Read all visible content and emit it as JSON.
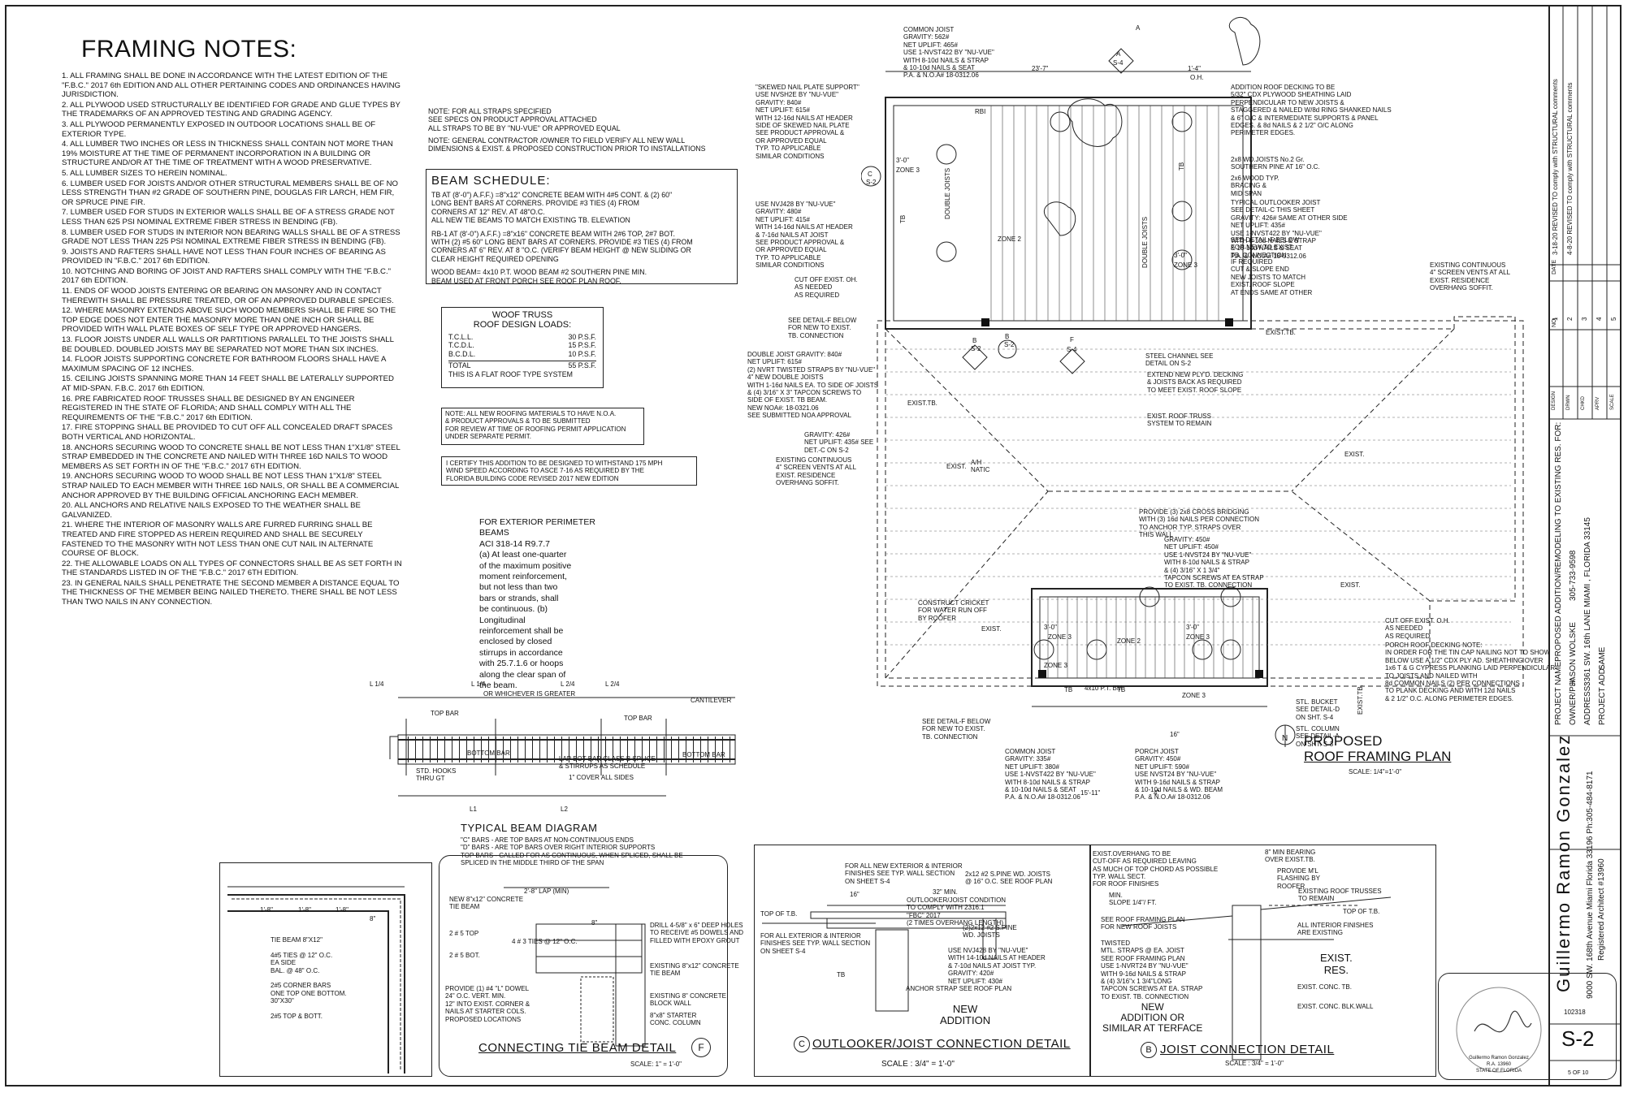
{
  "framing_notes": {
    "title": "FRAMING NOTES:",
    "items": [
      "1. ALL FRAMING SHALL BE DONE IN ACCORDANCE WITH THE LATEST EDITION OF THE \"F.B.C.\" 2017 6th EDITION AND ALL OTHER PERTAINING CODES AND ORDINANCES HAVING JURISDICTION.",
      "2. ALL PLYWOOD USED STRUCTURALLY BE IDENTIFIED FOR GRADE AND GLUE TYPES BY THE TRADEMARKS OF AN APPROVED TESTING AND GRADING AGENCY.",
      "3. ALL PLYWOOD PERMANENTLY EXPOSED IN OUTDOOR LOCATIONS SHALL BE OF EXTERIOR TYPE.",
      "4. ALL LUMBER TWO INCHES OR LESS IN THICKNESS SHALL CONTAIN NOT MORE THAN 19% MOISTURE AT THE TIME OF PERMANENT INCORPORATION IN A BUILDING OR STRUCTURE AND/OR AT THE TIME OF TREATMENT WITH A WOOD PRESERVATIVE.",
      "5. ALL LUMBER SIZES TO HEREIN NOMINAL.",
      "6. LUMBER USED FOR JOISTS AND/OR OTHER STRUCTURAL MEMBERS SHALL BE OF NO LESS STRENGTH THAN #2 GRADE OF SOUTHERN PINE, DOUGLAS FIR LARCH, HEM FIR, OR SPRUCE PINE FIR.",
      "7. LUMBER USED FOR STUDS IN EXTERIOR WALLS SHALL BE OF A STRESS GRADE NOT LESS THAN 625 PSI NOMINAL EXTREME FIBER STRESS IN BENDING (FB).",
      "8. LUMBER USED FOR STUDS IN INTERIOR NON BEARING WALLS SHALL BE OF A STRESS GRADE NOT LESS THAN 225 PSI NOMINAL EXTREME FIBER STRESS IN BENDING (FB).",
      "9. JOISTS AND RAFTERS SHALL HAVE NOT LESS THAN FOUR INCHES OF BEARING AS PROVIDED IN \"F.B.C.\" 2017 6th EDITION.",
      "10. NOTCHING AND BORING OF JOIST AND RAFTERS SHALL COMPLY WITH THE \"F.B.C.\" 2017 6th EDITION.",
      "11. ENDS OF WOOD JOISTS ENTERING OR BEARING ON MASONRY AND IN CONTACT THEREWITH SHALL BE PRESSURE TREATED, OR OF AN APPROVED DURABLE SPECIES.",
      "12. WHERE MASONRY EXTENDS ABOVE SUCH WOOD MEMBERS SHALL BE FIRE SO THE TOP EDGE DOES NOT ENTER THE MASONRY MORE THAN ONE INCH OR SHALL BE PROVIDED WITH WALL PLATE BOXES OF SELF TYPE OR APPROVED HANGERS.",
      "13. FLOOR JOISTS UNDER ALL WALLS OR PARTITIONS PARALLEL TO THE JOISTS SHALL BE DOUBLED. DOUBLED JOISTS MAY BE SEPARATED NOT MORE THAN SIX INCHES.",
      "14. FLOOR JOISTS SUPPORTING CONCRETE FOR BATHROOM FLOORS SHALL HAVE A MAXIMUM SPACING OF 12 INCHES.",
      "15. CEILING JOISTS SPANNING MORE THAN 14 FEET SHALL BE LATERALLY SUPPORTED AT MID-SPAN. F.B.C. 2017 6th EDITION.",
      "16. PRE FABRICATED ROOF TRUSSES SHALL BE DESIGNED BY AN ENGINEER REGISTERED IN THE STATE OF FLORIDA; AND SHALL COMPLY WITH ALL THE REQUIREMENTS OF THE \"F.B.C.\" 2017 6th EDITION.",
      "17. FIRE STOPPING SHALL BE PROVIDED TO CUT OFF ALL CONCEALED DRAFT SPACES BOTH VERTICAL AND HORIZONTAL.",
      "18. ANCHORS SECURING WOOD TO CONCRETE SHALL BE NOT LESS THAN 1\"X1/8\" STEEL STRAP EMBEDDED IN THE CONCRETE AND NAILED WITH THREE 16D NAILS TO WOOD MEMBERS AS SET FORTH IN OF THE \"F.B.C.\" 2017 6TH EDITION.",
      "19. ANCHORS SECURING WOOD TO WOOD SHALL BE NOT LESS THAN 1\"X1/8\" STEEL STRAP NAILED TO EACH MEMBER WITH THREE 16D NAILS, OR SHALL BE A COMMERCIAL ANCHOR APPROVED BY THE BUILDING OFFICIAL ANCHORING EACH MEMBER.",
      "20. ALL ANCHORS AND RELATIVE NAILS EXPOSED TO THE WEATHER SHALL BE GALVANIZED.",
      "21. WHERE THE INTERIOR OF MASONRY WALLS ARE FURRED FURRING SHALL BE TREATED AND FIRE STOPPED AS HEREIN REQUIRED AND SHALL BE SECURELY FASTENED TO THE MASONRY WITH NOT LESS THAN ONE CUT NAIL IN ALTERNATE COURSE OF BLOCK.",
      "22. THE ALLOWABLE LOADS ON ALL TYPES OF CONNECTORS SHALL BE AS SET FORTH IN THE STANDARDS LISTED IN OF THE \"F.B.C.\" 2017 6TH EDITION.",
      "23. IN GENERAL NAILS SHALL PENETRATE THE SECOND MEMBER A DISTANCE EQUAL TO THE THICKNESS OF THE MEMBER BEING NAILED THERETO. THERE SHALL BE NOT LESS THAN TWO NAILS IN ANY CONNECTION."
    ]
  },
  "general_notes": {
    "straps": "NOTE: FOR ALL STRAPS SPECIFIED\nSEE SPECS ON PRODUCT APPROVAL ATTACHED\nALL STRAPS TO BE BY \"NU-VUE\" OR APPROVED EQUAL",
    "contractor": "NOTE: GENERAL CONTRACTOR /OWNER TO FIELD VERIFY ALL NEW WALL\nDIMENSIONS & EXIST. & PROPOSED CONSTRUCTION PRIOR TO INSTALLATIONS"
  },
  "beam_schedule": {
    "title": "BEAM SCHEDULE:",
    "tb": "TB AT (8'-0\") A.F.F.) =8\"x12\" CONCRETE BEAM WITH 4#5 CONT. & (2) 60\"\nLONG BENT BARS AT CORNERS. PROVIDE #3 TIES (4) FROM\nCORNERS AT 12\" REV. AT 48\"O.C.\nALL NEW TIE BEAMS TO MATCH EXISTING TB. ELEVATION",
    "rb": "RB-1 AT (8'-0\") A.F.F.) =8\"x16\" CONCRETE BEAM WITH 2#6 TOP, 2#7 BOT.\nWITH (2) #5 60\" LONG BENT BARS AT CORNERS. PROVIDE #3 TIES (4) FROM\nCORNERS AT 6\" REV. AT 8 \"O.C. (VERIFY BEAM HEIGHT @ NEW SLIDING OR\nCLEAR HEIGHT REQUIRED OPENING",
    "wood": "WOOD BEAM= 4x10 P.T. WOOD BEAM #2 SOUTHERN PINE MIN.\nBEAM USED AT FRONT PORCH SEE ROOF PLAN ROOF."
  },
  "roof_loads": {
    "title": "WOOF TRUSS\nROOF DESIGN LOADS:",
    "rows": [
      {
        "label": "T.C.L.L.",
        "value": "30 P.S.F."
      },
      {
        "label": "T.C.D.L.",
        "value": "15 P.S.F."
      },
      {
        "label": "B.C.D.L.",
        "value": "10 P.S.F."
      }
    ],
    "total_label": "TOTAL",
    "total_value": "55 P.S.F.",
    "note": "THIS IS A FLAT ROOF TYPE SYSTEM"
  },
  "roofing_note": "NOTE: ALL NEW ROOFING MATERIALS TO HAVE N.O.A.\n& PRODUCT APPROVALS & TO BE SUBMITTED\nFOR REVIEW AT TIME OF ROOFING PERMIT APPLICATION\nUNDER SEPARATE PERMIT.",
  "certify_note": "I CERTIFY THIS ADDITION TO BE DESIGNED TO WITHSTAND 175 MPH\nWIND SPEED ACCORDING TO ASCE 7-16 AS REQUIRED BY THE\nFLORIDA BUILDING CODE REVISED 2017 NEW EDITION",
  "perimeter_note": "FOR EXTERIOR PERIMETER BEAMS\nACI 318-14 R9.7.7\n(a) At least one-quarter\nof the maximum positive\nmoment reinforcement,\nbut not less than two\nbars or strands, shall\nbe continuous. (b)\nLongitudinal\nreinforcement shall be\nenclosed by closed\nstirrups in accordance\nwith 25.7.1.6 or hoops\nalong the clear span of\nthe beam.",
  "beam_diagram": {
    "title": "TYPICAL BEAM DIAGRAM",
    "labels": [
      "L 1/4",
      "L 1/4",
      "L 2/4",
      "L 2/4",
      "CANTILEVER",
      "TOP BAR",
      "TOP BAR",
      "BOTTOM BAR",
      "BOTTOM BAR",
      "L1",
      "L2",
      "STD. HOOKS THRU GT",
      "OR WHICHEVER IS GREATER",
      "LAP BOT BAR CLASS B SPLICE & STIRRUPS AS SCHEDULE",
      "1\" COVER ALL SIDES"
    ],
    "notes": "\"C\" BARS - ARE TOP BARS AT NON-CONTINUOUS ENDS\n\"D\" BARS - ARE TOP BARS OVER RIGHT INTERIOR SUPPORTS\nTOP BARS - CALLED FOR AS CONTINUOUS, WHEN SPLICED, SHALL BE\nSPLICED IN THE MIDDLE THIRD OF THE SPAN"
  },
  "roof_plan": {
    "title_line1": "PROPOSED",
    "title_line2": "ROOF FRAMING PLAN",
    "marker": "N",
    "scale": "SCALE: 1/4\"=1'-0\"",
    "callouts": [
      "COMMON JOIST\nGRAVITY: 562#\nNET UPLIFT: 465#\nUSE 1-NVST422 BY \"NU-VUE\"\nWITH 8-10d NAILS & STRAP\n& 10-10d NAILS & SEAT\nP.A. & N.O.A# 18-0312.06",
      "\"SKEWED NAIL PLATE SUPPORT\"\nUSE NVSH2E BY \"NU-VUE\"\nGRAVITY: 840#\nNET UPLIFT: 615#\nWITH 12-16d NAILS AT HEADER\nSIDE OF SKEWED NAIL PLATE\nSEE PRODUCT APPROVAL &\nOR APPROVED EQUAL\nTYP. TO APPLICABLE\nSIMILAR CONDITIONS",
      "ADDITION ROOF DECKING TO BE\n5/32\" CDX PLYWOOD SHEATHING LAID\nPERPENDICULAR TO NEW JOISTS &\nSTAGGERED & NAILED W/8d RING SHANKED NAILS\n& 6\" O/C & INTERMEDIATE SUPPORTS & PANEL\nEDGES. & 8d NAILS & 2 1/2\" O/C ALONG\nPERIMETER EDGES.",
      "2x8 WD.JOISTS No.2 Gr.\nSOUTHERN PINE AT 16\" O.C.",
      "2x6 WOOD TYP.\nBRACING &\nMID SPAN",
      "TYPICAL OUTLOOKER JOIST\nSEE DETAIL-C THIS SHEET\nGRAVITY: 426# SAME AT OTHER SIDE\nNET UPLIFT: 435#\nUSE 1-NVST422 BY \"NU-VUE\"\nWITH 8-10d NAILS & STRAP\n& 10-10d NAILS & SEAT\nP.A. & N.O.A# 18-0312.06",
      "SEE DETAIL-F BELOW\nFOR NEW TO EXIST.\nTB. CONNECTION",
      "IF REQUIRED\nCUT & SLOPE END\nNEW JOISTS TO MATCH\nEXIST. ROOF SLOPE\nAT ENDS SAME AT OTHER",
      "EXISTING CONTINUOUS\n4\" SCREEN VENTS AT ALL\nEXIST. RESIDENCE\nOVERHANG SOFFIT.",
      "USE NVJ428 BY \"NU-VUE\"\nGRAVITY: 480#\nNET UPLIFT: 415#\nWITH 14-16d NAILS AT HEADER\n& 7-16d NAILS AT JOIST\nSEE PRODUCT APPROVAL &\nOR APPROVED EQUAL\nTYP. TO APPLICABLE\nSIMILAR CONDITIONS",
      "CUT OFF EXIST. OH.\nAS NEEDED\nAS REQUIRED",
      "SEE DETAIL-F BELOW\nFOR NEW TO EXIST.\nTB. CONNECTION",
      "DOUBLE JOIST GRAVITY: 840#\nNET UPLIFT: 615#\n(2) NVRT TWISTED STRAPS BY \"NU-VUE\"\n4\" NEW DOUBLE JOISTS\nWITH 1-16d NAILS EA. TO SIDE OF JOISTS\n& (4) 3/16\" X 3\" TAPCON SCREWS TO\nSIDE OF EXIST. TB BEAM.\nNEW NOA#: 18-0321.06\nSEE SUBMITTED NOA APPROVAL",
      "STEEL CHANNEL SEE\nDETAIL ON S-2",
      "EXTEND NEW PLY'D. DECKING\n& JOISTS BACK AS REQUIRED\nTO MEET EXIST. ROOF SLOPE",
      "GRAVITY: 426#\nNET UPLIFT: 435# SEE\nDET.-C ON S-2",
      "EXIST. ROOF TRUSS\nSYSTEM TO REMAIN",
      "EXISTING CONTINUOUS\n4\" SCREEN VENTS AT ALL\nEXIST. RESIDENCE\nOVERHANG SOFFIT.",
      "PROVIDE (3) 2x8 CROSS BRIDGING\nWITH (3) 16d NAILS PER CONNECTION\nTO ANCHOR TYP. STRAPS OVER\nTHIS WALL",
      "GRAVITY: 450#\nNET UPLIFT: 450#\nUSE 1-NVST24 BY \"NU-VUE\"\nWITH 8-10d NAILS & STRAP\n& (4) 3/16\" X 1 3/4\"\nTAPCON SCREWS AT EA STRAP\nTO EXIST. TB. CONNECTION",
      "CONSTRUCT CRICKET\nFOR WATER RUN OFF\nBY ROOFER",
      "CUT OFF EXIST. O.H.\nAS NEEDED\nAS REQUIRED",
      "PORCH ROOF DECKING NOTE:\nIN ORDER FOR THE TIN CAP NAILING NOT TO SHOW\nBELOW USE A 1/2\" CDX PLY AD. SHEATHING OVER\n1x6 T & G CYPRESS PLANKING LAID PERPENDICULAR\nTO JOISTS AND NAILED WITH\n8d COMMON NAILS (2) PER CONNECTIONS\nTO PLANK DECKING AND WITH 12d NAILS\n& 2 1/2\" O.C. ALONG PERIMETER EDGES.",
      "STL. BUCKET\nSEE DETAIL-D\nON SHT. S-4",
      "STL. COLUMN\nSEE DETAIL-A\nON SHT. S-3",
      "SEE DETAIL-F BELOW\nFOR NEW TO EXIST.\nTB. CONNECTION",
      "COMMON JOIST\nGRAVITY: 335#\nNET UPLIFT: 380#\nUSE 1-NVST422 BY \"NU-VUE\"\nWITH 8-10d NAILS & STRAP\n& 10-10d NAILS & SEAT\nP.A. & N.O.A# 18-0312.06",
      "PORCH JOIST\nGRAVITY: 450#\nNET UPLIFT: 590#\nUSE NVST24 BY \"NU-VUE\"\nWITH 9-16d NAILS & STRAP\n& 10-10d NAILS & WD. BEAM\nP.A. & N.O.A# 18-0312.06"
    ],
    "labels": [
      "23'-7\"",
      "1'-4\"",
      "O.H.",
      "3'-0\"",
      "3'-0\"",
      "ZONE 3",
      "ZONE 3",
      "ZONE 2",
      "ZONE 2",
      "ZONE 3",
      "ZONE 3",
      "ZONE 3",
      "ZONE 3",
      "DOUBLE JOISTS",
      "DOUBLE JOISTS",
      "RBI",
      "TB",
      "TB",
      "TB",
      "TB",
      "EXIST.TB.",
      "EXIST.TB.",
      "EXIST.",
      "EXIST.",
      "EXIST.",
      "EXIST.",
      "EXIST.TB.",
      "A/H\nNATIC",
      "15'-11\"",
      "4\"",
      "16\"",
      "4x10 P.T. BM",
      "3'-0\"",
      "3'-0\""
    ],
    "marker_labels": [
      "A",
      "S-4",
      "A",
      "C",
      "S-2",
      "B",
      "S-2",
      "B",
      "S-2",
      "F",
      "S-4"
    ]
  },
  "details": {
    "tie_beam": {
      "labels": [
        "1'-8\"",
        "1'-8\"",
        "1'-8\"",
        "8\""
      ],
      "notes": "TIE BEAM 8\"X12\"\n\n4#5 TIES @ 12\" O.C.\nEA SIDE\nBAL. @ 48\" O.C.\n\n2#5 CORNER BARS\nONE TOP ONE BOTTOM.\n30\"X30\"\n\n2#5 TOP & BOTT."
    },
    "connecting": {
      "title": "CONNECTING TIE BEAM DETAIL",
      "marker": "F",
      "scale": "SCALE: 1\" = 1'-0\"",
      "notes": [
        "2'-8\" LAP (MIN)",
        "NEW 8\"x12\" CONCRETE\nTIE BEAM",
        "2 # 5 TOP",
        "2 # 5 BOT.",
        "4 # 3 TIES @ 12\" O.C.",
        "8\"",
        "DRILL 4-5/8\" x 6\" DEEP HOLES\nTO RECEIVE #5 DOWELS AND\nFILLED WITH EPOXY GROUT",
        "EXISTING 8\"x12\" CONCRETE\nTIE BEAM",
        "EXISTING 8\" CONCRETE\nBLOCK WALL",
        "8\"x8\" STARTER\nCONC. COLUMN",
        "PROVIDE (1) #4 \"L\" DOWEL\n24\" O.C. VERT. MIN.\n12\" INTO EXIST. CORNER &\nNAILS AT STARTER COLS.\nPROPOSED LOCATIONS"
      ]
    },
    "outlooker": {
      "title": "OUTLOOKER/JOIST CONNECTION DETAIL",
      "marker": "C",
      "scale": "SCALE : 3/4\" = 1'-0\"",
      "notes": [
        "FOR ALL NEW EXTERIOR & INTERIOR\nFINISHES SEE TYP. WALL SECTION\nON SHEET S-4",
        "2x12 #2 S.PINE WD. JOISTS\n@ 16\" O.C. SEE ROOF PLAN",
        "16\"",
        "32\" MIN.",
        "OUTLOOKER/JOIST CONDITION\nTO COMPLY WITH 2316.1\n\"FBC\" 2017\n(2 TIMES OVERHANG LENGTH)",
        "TOP OF T.B.",
        "FOR ALL EXTERIOR & INTERIOR\nFINISHES SEE TYP. WALL SECTION\nON SHEET S-4",
        "(2)2x12 #2 S.PINE\nWD. JOISTS",
        "USE NVJ428 BY \"NU-VUE\"\nWITH 14-10d NAILS AT HEADER\n& 7-10d NAILS AT JOIST TYP.\nGRAVITY: 420#\nNET UPLIFT: 430#",
        "TB",
        "ANCHOR STRAP SEE ROOF PLAN",
        "NEW\nADDITION"
      ]
    },
    "joist": {
      "title": "JOIST CONNECTION DETAIL",
      "marker": "B",
      "scale": "SCALE : 3/4\" = 1'-0\"",
      "notes": [
        "EXIST.OVERHANG TO BE\nCUT-OFF AS REQUIRED LEAVING\nAS MUCH OF TOP CHORD AS POSSIBLE",
        "8\" MIN BEARING\nOVER EXIST.TB.",
        "TYP. WALL SECT.\nFOR ROOF FINISHES",
        "PROVIDE M'L\nFLASHING BY\nROOFER",
        "MIN.\nSLOPE 1/4\"/ FT.",
        "EXISTING ROOF TRUSSES\nTO REMAIN",
        "SEE ROOF FRAMING PLAN\nFOR NEW ROOF JOISTS",
        "TOP OF T.B.",
        "ALL INTERIOR FINISHES\nARE EXISTING",
        "TWISTED\nMTL. STRAPS @ EA. JOIST\nSEE ROOF FRAMING PLAN\nUSE 1-NVRT24 BY \"NU-VUE\"\nWITH 9-16d NAILS & STRAP\n& (4) 3/16\"x 1 3/4\"LONG\nTAPCON SCREWS AT EA. STRAP\nTO EXIST. TB. CONNECTION",
        "EXIST.\nRES.",
        "EXIST. CONC. TB.",
        "EXIST. CONC. BLK.WALL",
        "NEW\nADDITION OR\nSIMILAR AT TERFACE"
      ]
    }
  },
  "title_block": {
    "revisions": [
      {
        "no": "1",
        "text": "3-18-20 REVISED TO comply with STRUCTURAL comments"
      },
      {
        "no": "2",
        "text": "4-8-20 REVISED TO comply with STRUCTURAL comments"
      },
      {
        "no": "3",
        "text": ""
      },
      {
        "no": "4",
        "text": ""
      },
      {
        "no": "5",
        "text": ""
      }
    ],
    "rev_headers": [
      "NO.",
      "DATE"
    ],
    "role_labels": [
      "DESIGN",
      "DRWN",
      "CHKD",
      "APRV",
      "SCALE"
    ],
    "project_name_label": "PROJECT NAME:",
    "project_name": "PROPOSED ADDITION/REMODELING TO EXISTING RES. FOR:",
    "owner_label": "OWNER/PH:",
    "owner": "JASON WOLSKE",
    "owner_phone": "305-733-9598",
    "address_label": "ADDRESS:",
    "address": "3361 SW. 16th LANE MIAMI , FLORIDA 33145",
    "project_add_label": "PROJECT ADD:",
    "project_add": "SAME",
    "architect_name": "Guillermo Ramon Gonzalez",
    "architect_address": "9000 SW. 168th Avenue Miami Florida 33196 Ph:305-484-8171",
    "architect_reg": "Registered Architect #13960",
    "job_no": "102318",
    "sheet": "S-2",
    "sheet_count": "5 OF 10",
    "seal_name": "Guillermo Ramon Gonzalez",
    "seal_reg": "R.A. 13960",
    "seal_state": "STATE OF FLORIDA"
  }
}
